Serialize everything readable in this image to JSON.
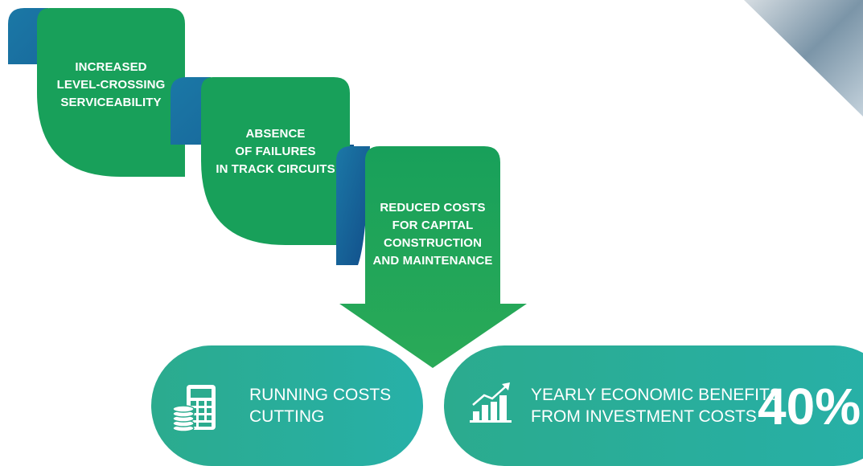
{
  "steps": [
    {
      "lines": [
        "INCREASED",
        "LEVEL-CROSSING",
        "SERVICEABILITY"
      ]
    },
    {
      "lines": [
        "ABSENCE",
        "OF FAILURES",
        "IN TRACK CIRCUITS"
      ]
    },
    {
      "lines": [
        "REDUCED COSTS",
        "FOR CAPITAL",
        "CONSTRUCTION",
        "AND MAINTENANCE"
      ]
    }
  ],
  "outcomes": {
    "left": {
      "lines": [
        "RUNNING COSTS",
        "CUTTING"
      ],
      "icon": "calculator-coins-icon"
    },
    "right": {
      "lines": [
        "YEARLY ECONOMIC BENEFITS",
        "FROM INVESTMENT COSTS"
      ],
      "value": "40%",
      "icon": "growth-chart-icon"
    }
  },
  "colors": {
    "green": "#18a05a",
    "blue": "#135c92",
    "teal": "#29ae9c"
  }
}
